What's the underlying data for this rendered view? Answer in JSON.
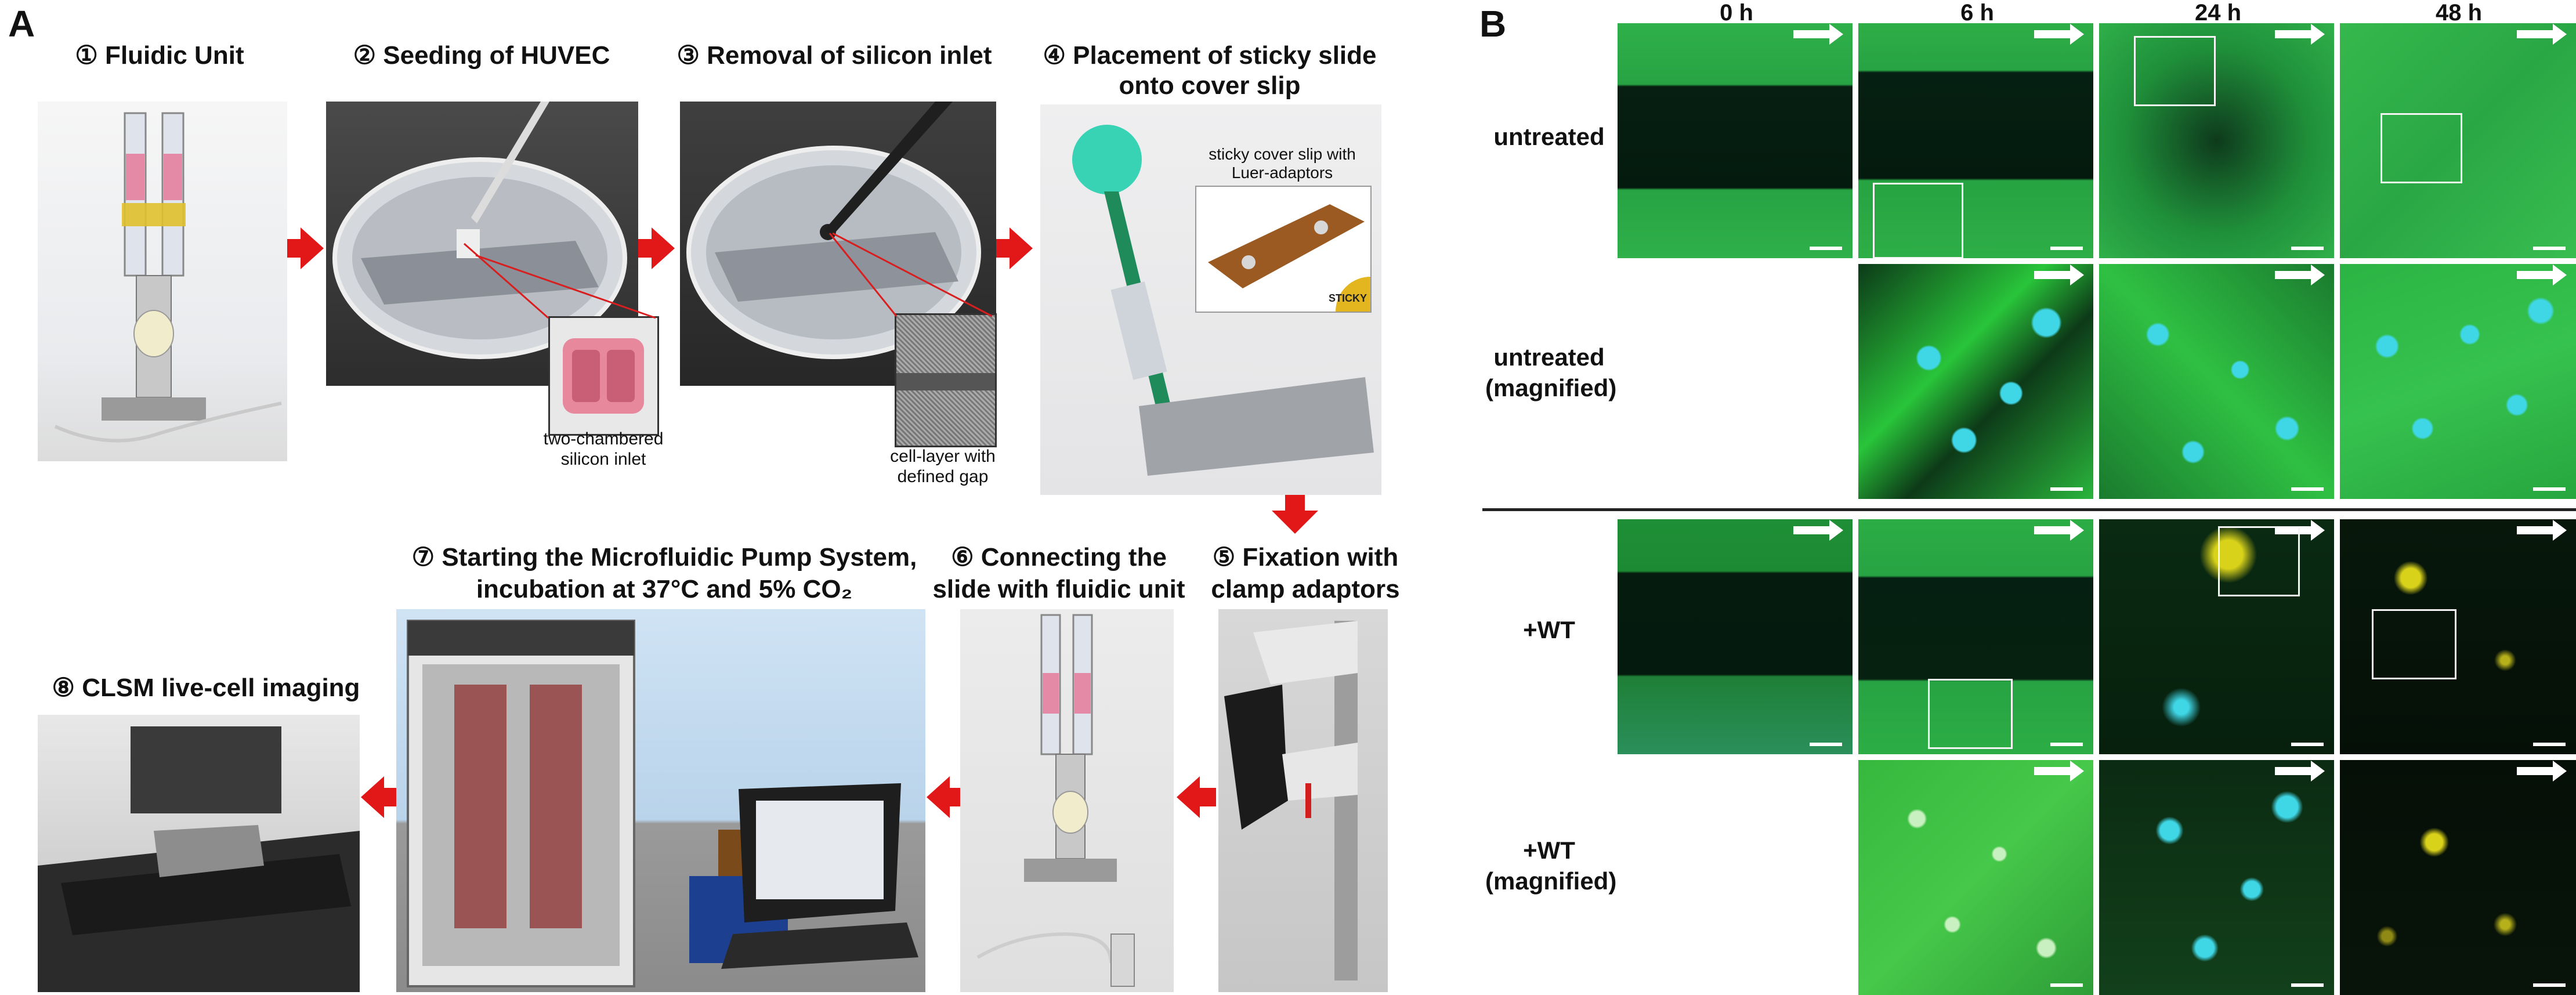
{
  "panel_a": {
    "letter": "A",
    "steps": [
      {
        "title": "① Fluidic Unit"
      },
      {
        "title": "② Seeding of HUVEC"
      },
      {
        "title": "③ Removal of silicon inlet"
      },
      {
        "title_line1": "④ Placement of sticky slide",
        "title_line2": "onto cover slip"
      },
      {
        "title_line1": "⑤ Fixation with",
        "title_line2": "clamp adaptors"
      },
      {
        "title_line1": "⑥ Connecting the",
        "title_line2": "slide with fluidic unit"
      },
      {
        "title_line1": "⑦ Starting the Microfluidic  Pump System,",
        "title_line2": "incubation at 37°C and 5% CO₂"
      },
      {
        "title": "⑧ CLSM live-cell imaging"
      }
    ],
    "captions": {
      "silicon_inlet": "two-chambered silicon inlet",
      "cell_layer": "cell-layer with defined gap",
      "sticky_slip": "sticky cover slip with Luer-adaptors",
      "sticky_badge": "STICKY"
    },
    "colors": {
      "arrow": "#e21818"
    }
  },
  "panel_b": {
    "letter": "B",
    "columns": [
      "0 h",
      "6 h",
      "24 h",
      "48 h"
    ],
    "rows": [
      {
        "label": "untreated"
      },
      {
        "label_line1": "untreated",
        "label_line2": "(magnified)"
      },
      {
        "label": "+WT"
      },
      {
        "label_line1": "+WT",
        "label_line2": "(magnified)"
      }
    ],
    "colors": {
      "cell_green": "#29c43a",
      "nuclei_cyan": "#3fd6e6",
      "debris_yellow": "#d9d21a",
      "background": "#03150a"
    }
  }
}
